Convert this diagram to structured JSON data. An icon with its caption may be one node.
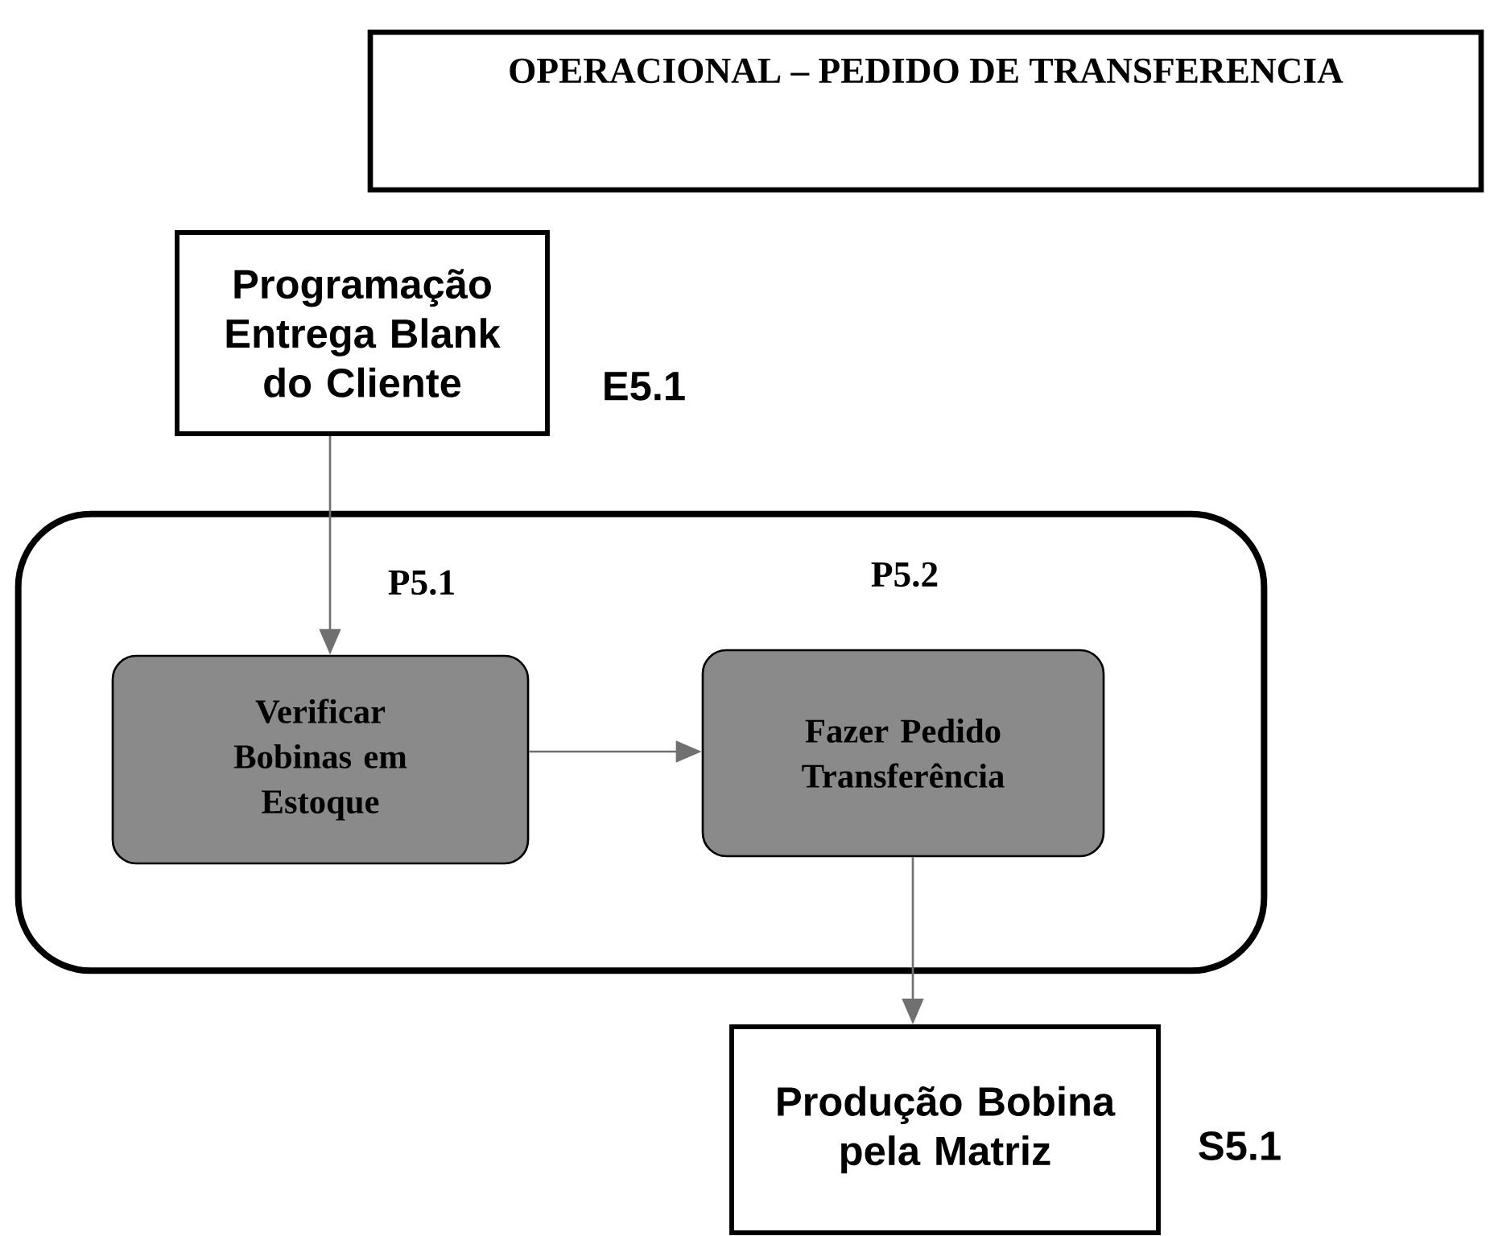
{
  "diagram": {
    "nodes": [
      {
        "text": [
          "OPERACIONAL – PEDIDO DE TRANSFERENCIA"
        ]
      },
      {
        "text": [
          "Programação Entrega Blank do Cliente"
        ],
        "beside": [
          "E5.1"
        ]
      },
      {
        "text": [],
        "shape": "box"
      },
      {
        "text": [
          "Verificar Bobinas em Estoque"
        ],
        "in": 2,
        "beside": [
          "P5.1"
        ]
      },
      {
        "text": [
          "Fazer Pedido Transferência"
        ],
        "in": 2,
        "beside": [
          "P5.2"
        ]
      },
      {
        "text": [
          "Produção Bobina pela Matriz"
        ],
        "beside": [
          "S5.1"
        ]
      }
    ],
    "edges": [
      {
        "from": 1,
        "to": 3,
        "arrow": "to"
      },
      {
        "from": 3,
        "to": 4,
        "arrow": "to"
      },
      {
        "from": 4,
        "to": 5,
        "arrow": "to"
      }
    ]
  }
}
